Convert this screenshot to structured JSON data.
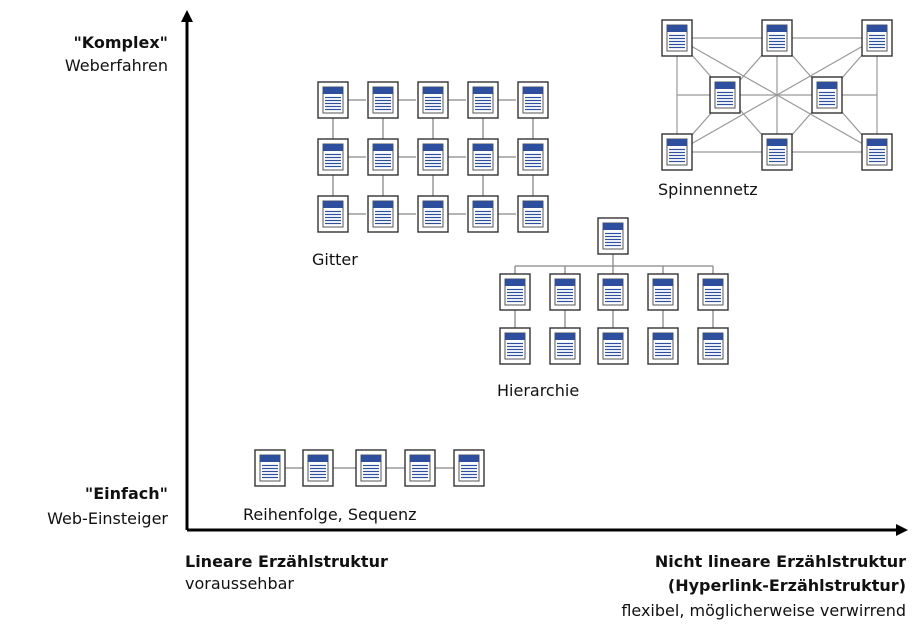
{
  "y_axis": {
    "top_title": "\"Komplex\"",
    "top_subtitle": "Weberfahren",
    "bottom_title": "\"Einfach\"",
    "bottom_subtitle": "Web-Einsteiger"
  },
  "x_axis": {
    "left_title": "Lineare Erzählstruktur",
    "left_subtitle": "voraussehbar",
    "right_title_line1": "Nicht lineare Erzählstruktur",
    "right_title_line2": "(Hyperlink-Erzählstruktur)",
    "right_subtitle": "flexibel, möglicherweise verwirrend"
  },
  "structures": {
    "sequence": "Reihenfolge, Sequenz",
    "grid": "Gitter",
    "hierarchy": "Hierarchie",
    "web": "Spinnennetz"
  },
  "colors": {
    "page_blue": "#2E4E9E",
    "page_line": "#2E4E9E",
    "page_border": "#333333",
    "connector": "#888888"
  }
}
